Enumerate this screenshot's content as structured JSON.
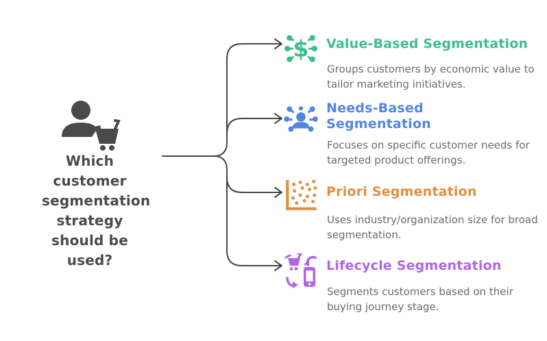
{
  "center": {
    "question": "Which customer segmentation strategy should be used?",
    "icon": "customer-with-cart-icon",
    "text_color": "#4A4A4A"
  },
  "connector": {
    "line_color": "#454545",
    "style": "curved-brace-with-arrows"
  },
  "description_color": "#6A6A6A",
  "branches": [
    {
      "title": "Value-Based Segmentation",
      "description": "Groups customers by economic value to tailor marketing initiatives.",
      "color": "#3EBD8C",
      "icon": "money-distribution-icon"
    },
    {
      "title": "Needs-Based Segmentation",
      "description": "Focuses on specific customer needs for targeted product offerings.",
      "color": "#5186E1",
      "icon": "customer-needs-icon"
    },
    {
      "title": "Priori Segmentation",
      "description": "Uses industry/organization size for broad segmentation.",
      "color": "#E0903F",
      "icon": "scatter-plot-icon"
    },
    {
      "title": "Lifecycle Segmentation",
      "description": "Segments customers based on their buying journey stage.",
      "color": "#B164E4",
      "icon": "cart-phone-cycle-icon"
    }
  ]
}
